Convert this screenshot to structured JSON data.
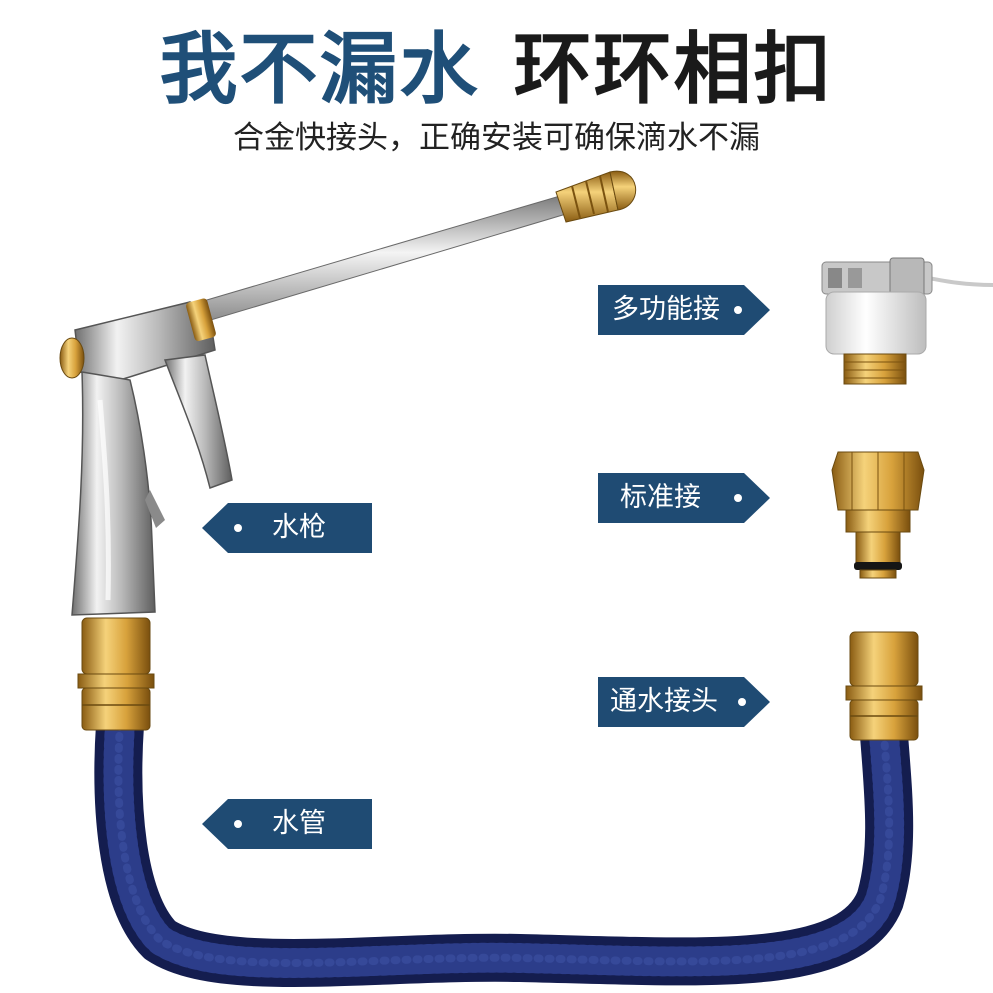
{
  "title": {
    "part1": "我不漏水",
    "part2": "环环相扣"
  },
  "subtitle": "合金快接头，正确安装可确保滴水不漏",
  "labels": {
    "multi_connector": "多功能接",
    "standard_connector": "标准接",
    "water_connector": "通水接头",
    "water_gun": "水枪",
    "water_hose": "水管"
  },
  "colors": {
    "title_blue": "#1f4f78",
    "label_bg": "#1f4b73",
    "hose_blue": "#1b2a6b",
    "brass": "#d2a43a"
  }
}
